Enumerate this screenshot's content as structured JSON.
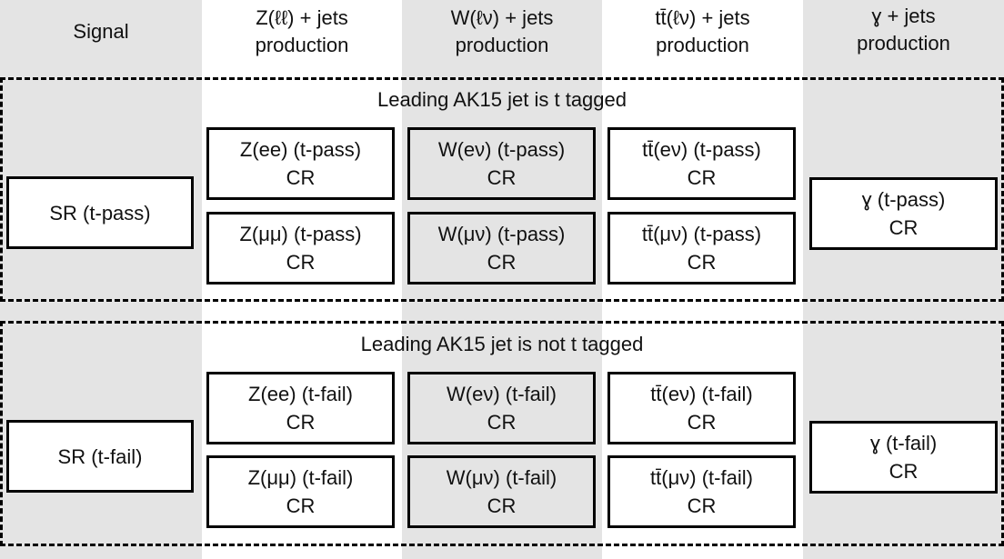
{
  "headers": [
    {
      "line1": "Signal",
      "line2": ""
    },
    {
      "line1": "Z(ℓℓ) + jets",
      "line2": "production"
    },
    {
      "line1": "W(ℓν) + jets",
      "line2": "production"
    },
    {
      "line1": "tt̄(ℓν) + jets",
      "line2": "production"
    },
    {
      "line1": "ɣ + jets",
      "line2": "production"
    }
  ],
  "regions": {
    "pass": {
      "title": "Leading AK15 jet is t tagged",
      "signal": "SR (t-pass)",
      "z_ee": {
        "line1": "Z(ee) (t-pass)",
        "line2": "CR"
      },
      "z_mumu": {
        "line1": "Z(μμ) (t-pass)",
        "line2": "CR"
      },
      "w_enu": {
        "line1": "W(eν) (t-pass)",
        "line2": "CR"
      },
      "w_munu": {
        "line1": "W(μν) (t-pass)",
        "line2": "CR"
      },
      "tt_enu": {
        "line1": "tt̄(eν) (t-pass)",
        "line2": "CR"
      },
      "tt_munu": {
        "line1": "tt̄(μν) (t-pass)",
        "line2": "CR"
      },
      "gamma": {
        "line1": "ɣ (t-pass)",
        "line2": "CR"
      }
    },
    "fail": {
      "title": "Leading AK15 jet is not t tagged",
      "signal": "SR (t-fail)",
      "z_ee": {
        "line1": "Z(ee) (t-fail)",
        "line2": "CR"
      },
      "z_mumu": {
        "line1": "Z(μμ) (t-fail)",
        "line2": "CR"
      },
      "w_enu": {
        "line1": "W(eν) (t-fail)",
        "line2": "CR"
      },
      "w_munu": {
        "line1": "W(μν) (t-fail)",
        "line2": "CR"
      },
      "tt_enu": {
        "line1": "tt̄(eν) (t-fail)",
        "line2": "CR"
      },
      "tt_munu": {
        "line1": "tt̄(μν) (t-fail)",
        "line2": "CR"
      },
      "gamma": {
        "line1": "ɣ (t-fail)",
        "line2": "CR"
      }
    }
  }
}
